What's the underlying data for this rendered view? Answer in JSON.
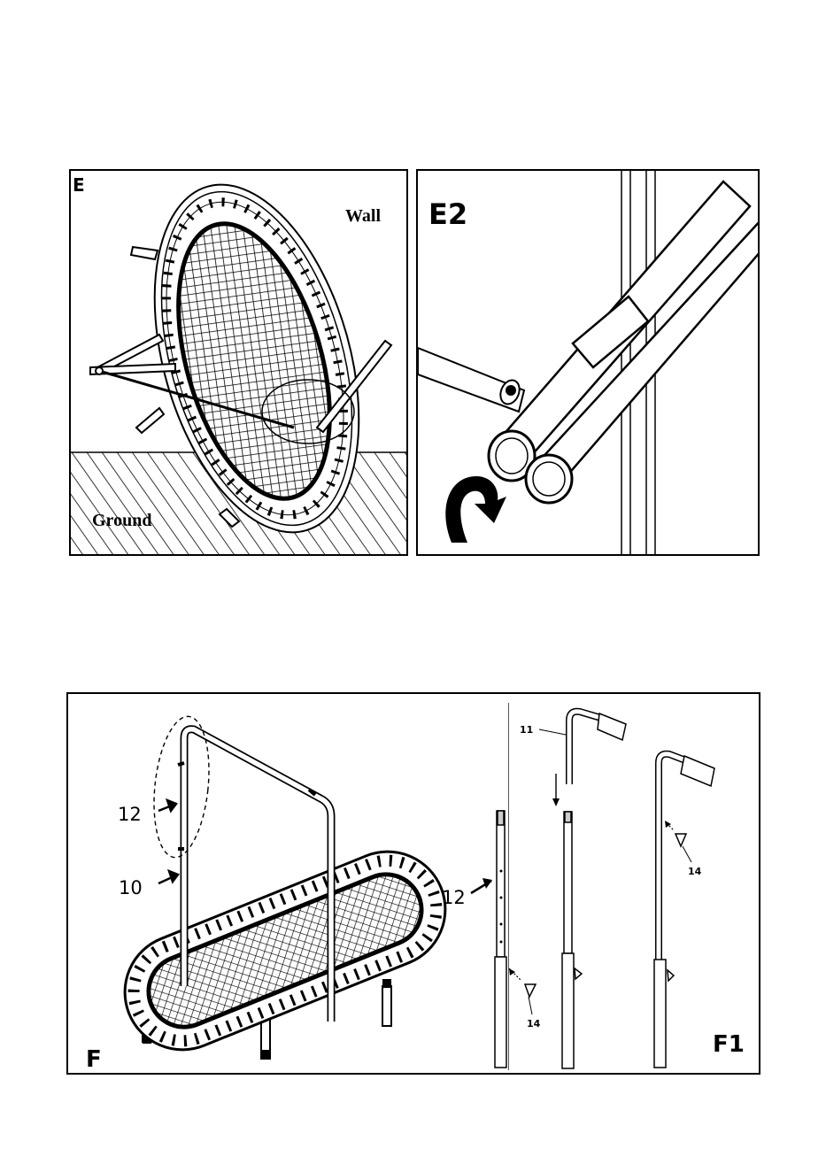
{
  "figures": {
    "e": {
      "label": "E",
      "wall_label": "Wall",
      "ground_label": "Ground"
    },
    "e2": {
      "label": "E2"
    },
    "f": {
      "label": "F",
      "part_12": "12",
      "part_10": "10"
    },
    "f1": {
      "label": "F1",
      "part_11": "11",
      "part_12": "12",
      "part_14a": "14",
      "part_14b": "14"
    }
  }
}
